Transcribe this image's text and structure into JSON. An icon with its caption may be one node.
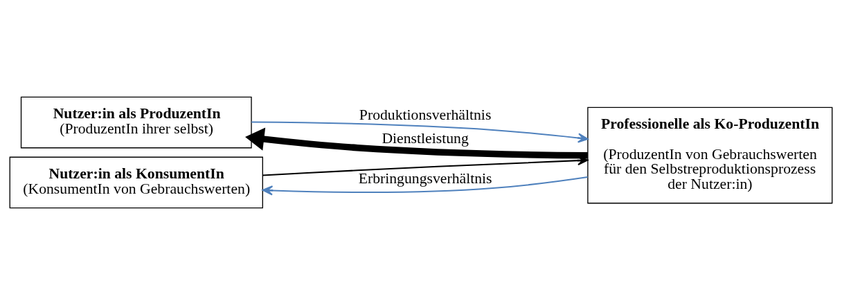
{
  "diagram": {
    "nodes": [
      {
        "text": [
          "Nutzer:in als ProduzentIn",
          "(ProduzentIn ihrer selbst)"
        ]
      },
      {
        "text": [
          "Nutzer:in als KonsumentIn",
          "(KonsumentIn von Gebrauchswerten)"
        ]
      },
      {
        "text": [
          "Professionelle als Ko-ProduzentIn",
          "(ProduzentIn von Gebrauchswerten für den Selbstreproduktionsprozess der Nutzer:in)"
        ]
      }
    ],
    "edges": [
      {
        "from": 0,
        "to": 2,
        "arrow": "to",
        "label": "Produktionsverhältnis",
        "color": "#4f81bd"
      },
      {
        "from": 2,
        "to": 0,
        "arrow": "to",
        "label": "Dienstleistung",
        "style": "thick",
        "color": "#000000"
      },
      {
        "from": 1,
        "to": 2,
        "arrow": "to",
        "color": "#000000"
      },
      {
        "from": 2,
        "to": 1,
        "arrow": "to",
        "label": "Erbringungsverhältnis",
        "color": "#4f81bd"
      }
    ]
  }
}
